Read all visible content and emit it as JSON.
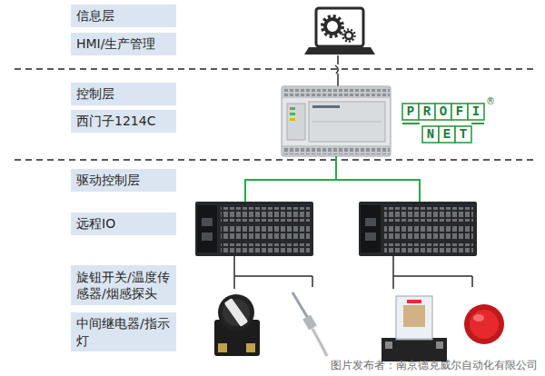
{
  "diagram": {
    "nodes": [
      {
        "text": [
          "信息层"
        ]
      },
      {
        "text": [
          "HMI/生产管理"
        ]
      },
      {
        "text": [
          "控制层"
        ]
      },
      {
        "text": [
          "西门子1214C"
        ]
      },
      {
        "text": [
          "驱动控制层"
        ]
      },
      {
        "text": [
          "远程IO"
        ]
      },
      {
        "text": [
          "旋钮开关/温度传感器/烟感探头"
        ]
      },
      {
        "text": [
          "中间继电器/指示灯"
        ]
      }
    ],
    "labels": [
      "PROFI",
      "NET",
      "®",
      "图片发布者：南京德克威尔自动化有限公司"
    ]
  }
}
